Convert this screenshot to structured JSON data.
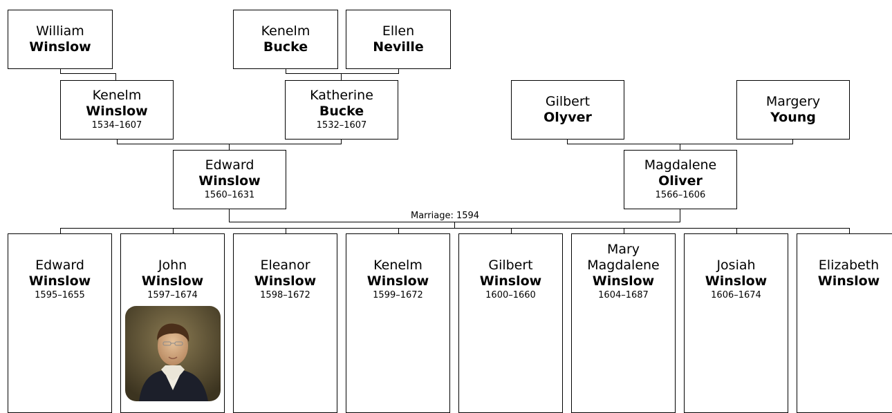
{
  "ancestors": {
    "william_winslow": {
      "given": "William",
      "surname": "Winslow",
      "years": ""
    },
    "kenelm_bucke": {
      "given": "Kenelm",
      "surname": "Bucke",
      "years": ""
    },
    "ellen_neville": {
      "given": "Ellen",
      "surname": "Neville",
      "years": ""
    },
    "kenelm_winslow": {
      "given": "Kenelm",
      "surname": "Winslow",
      "years": "1534–1607"
    },
    "katherine_bucke": {
      "given": "Katherine",
      "surname": "Bucke",
      "years": "1532–1607"
    },
    "gilbert_olyver": {
      "given": "Gilbert",
      "surname": "Olyver",
      "years": ""
    },
    "margery_young": {
      "given": "Margery",
      "surname": "Young",
      "years": ""
    },
    "edward_winslow": {
      "given": "Edward",
      "surname": "Winslow",
      "years": "1560–1631"
    },
    "magdalene_oliver": {
      "given": "Magdalene",
      "surname": "Oliver",
      "years": "1566–1606"
    }
  },
  "marriage_label": "Marriage: 1594",
  "children": [
    {
      "given": "Edward",
      "surname": "Winslow",
      "years": "1595–1655"
    },
    {
      "given": "John",
      "surname": "Winslow",
      "years": "1597–1674"
    },
    {
      "given": "Eleanor",
      "surname": "Winslow",
      "years": "1598–1672"
    },
    {
      "given": "Kenelm",
      "surname": "Winslow",
      "years": "1599–1672"
    },
    {
      "given": "Gilbert",
      "surname": "Winslow",
      "years": "1600–1660"
    },
    {
      "given": "Mary Magdalene",
      "surname": "Winslow",
      "years": "1604–1687"
    },
    {
      "given": "Josiah",
      "surname": "Winslow",
      "years": "1606–1674"
    },
    {
      "given": "Elizabeth",
      "surname": "Winslow",
      "years": ""
    }
  ]
}
